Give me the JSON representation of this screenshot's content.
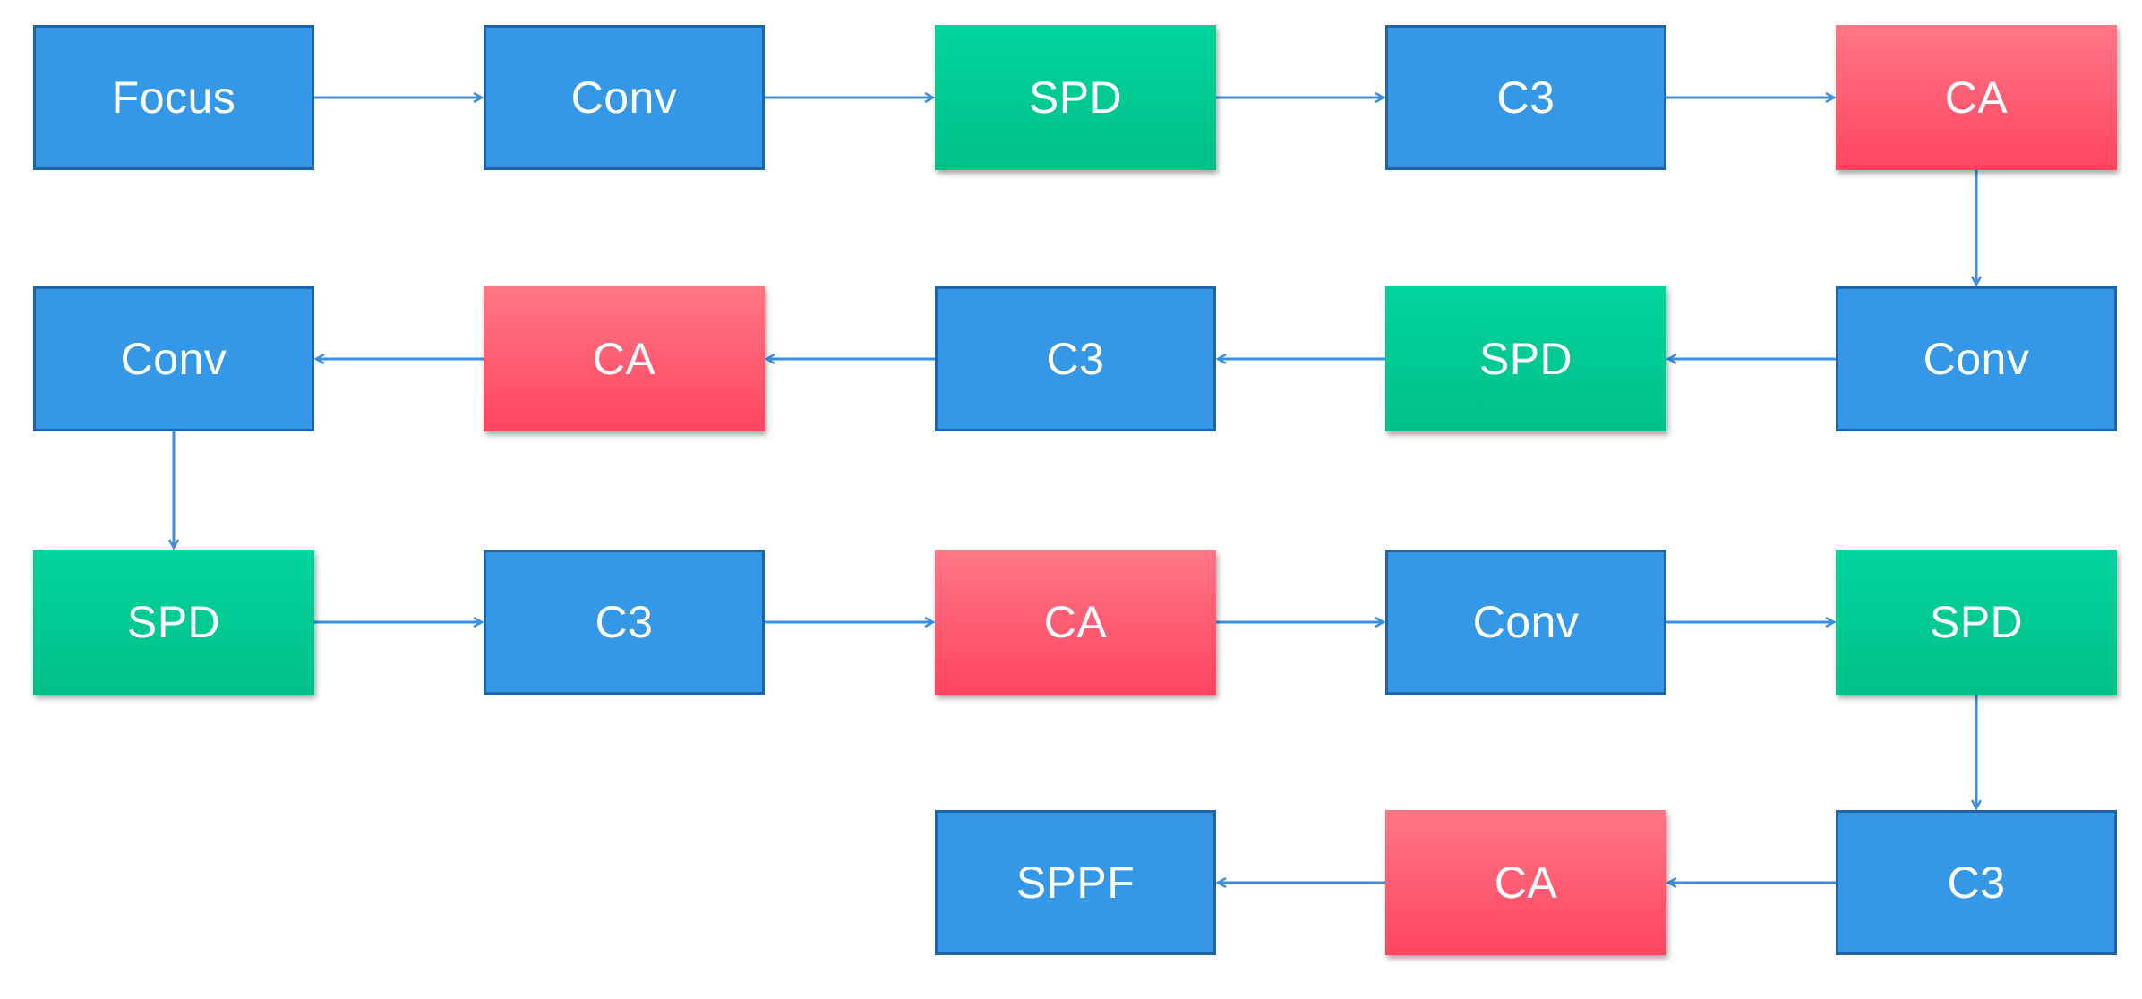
{
  "nodes": [
    {
      "id": "n1",
      "label": "Focus",
      "kind": "blue"
    },
    {
      "id": "n2",
      "label": "Conv",
      "kind": "blue"
    },
    {
      "id": "n3",
      "label": "SPD",
      "kind": "green"
    },
    {
      "id": "n4",
      "label": "C3",
      "kind": "blue"
    },
    {
      "id": "n5",
      "label": "CA",
      "kind": "red"
    },
    {
      "id": "n6",
      "label": "Conv",
      "kind": "blue"
    },
    {
      "id": "n7",
      "label": "SPD",
      "kind": "green"
    },
    {
      "id": "n8",
      "label": "C3",
      "kind": "blue"
    },
    {
      "id": "n9",
      "label": "CA",
      "kind": "red"
    },
    {
      "id": "n10",
      "label": "Conv",
      "kind": "blue"
    },
    {
      "id": "n11",
      "label": "SPD",
      "kind": "green"
    },
    {
      "id": "n12",
      "label": "C3",
      "kind": "blue"
    },
    {
      "id": "n13",
      "label": "CA",
      "kind": "red"
    },
    {
      "id": "n14",
      "label": "Conv",
      "kind": "blue"
    },
    {
      "id": "n15",
      "label": "SPD",
      "kind": "green"
    },
    {
      "id": "n16",
      "label": "C3",
      "kind": "blue"
    },
    {
      "id": "n17",
      "label": "CA",
      "kind": "red"
    },
    {
      "id": "n18",
      "label": "SPPF",
      "kind": "blue"
    }
  ],
  "edges": [
    [
      "n1",
      "n2"
    ],
    [
      "n2",
      "n3"
    ],
    [
      "n3",
      "n4"
    ],
    [
      "n4",
      "n5"
    ],
    [
      "n5",
      "n6"
    ],
    [
      "n6",
      "n7"
    ],
    [
      "n7",
      "n8"
    ],
    [
      "n8",
      "n9"
    ],
    [
      "n9",
      "n10"
    ],
    [
      "n10",
      "n11"
    ],
    [
      "n11",
      "n12"
    ],
    [
      "n12",
      "n13"
    ],
    [
      "n13",
      "n14"
    ],
    [
      "n14",
      "n15"
    ],
    [
      "n15",
      "n16"
    ],
    [
      "n16",
      "n17"
    ],
    [
      "n17",
      "n18"
    ]
  ],
  "colors": {
    "blue_fill": "#3598e7",
    "blue_border": "#1f64a8",
    "green_fill": "#00c990",
    "red_fill": "#ff5a72",
    "arrow": "#3c8fe0"
  }
}
